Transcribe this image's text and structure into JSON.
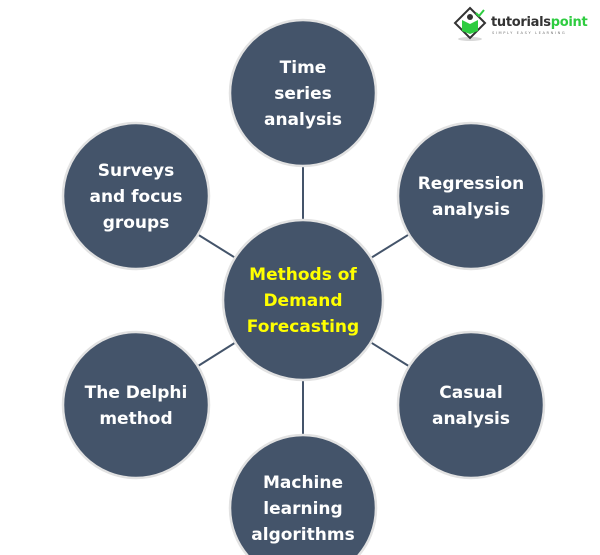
{
  "colors": {
    "node_fill": "#44546A",
    "node_border": "#E2E2E2",
    "connector": "#44546A",
    "node_text": "#FFFFFF",
    "center_text": "#FFFF00",
    "logo_dark": "#333333",
    "logo_green": "#2ECC40"
  },
  "logo": {
    "word_part1": "tutorials",
    "word_part2": "point",
    "tagline": "SIMPLY EASY LEARNING",
    "icon": "book-learner-icon"
  },
  "center": {
    "lines": [
      "Methods of",
      "Demand",
      "Forecasting"
    ]
  },
  "nodes": [
    {
      "id": "time-series",
      "position": "top",
      "lines": [
        "Time",
        "series",
        "analysis"
      ]
    },
    {
      "id": "regression",
      "position": "top-right",
      "lines": [
        "Regression",
        "analysis"
      ]
    },
    {
      "id": "casual",
      "position": "bottom-right",
      "lines": [
        "Casual",
        "analysis"
      ]
    },
    {
      "id": "machine-learning",
      "position": "bottom",
      "lines": [
        "Machine",
        "learning",
        "algorithms"
      ]
    },
    {
      "id": "delphi",
      "position": "bottom-left",
      "lines": [
        "The Delphi",
        "method"
      ]
    },
    {
      "id": "surveys",
      "position": "top-left",
      "lines": [
        "Surveys",
        "and focus",
        "groups"
      ]
    }
  ]
}
